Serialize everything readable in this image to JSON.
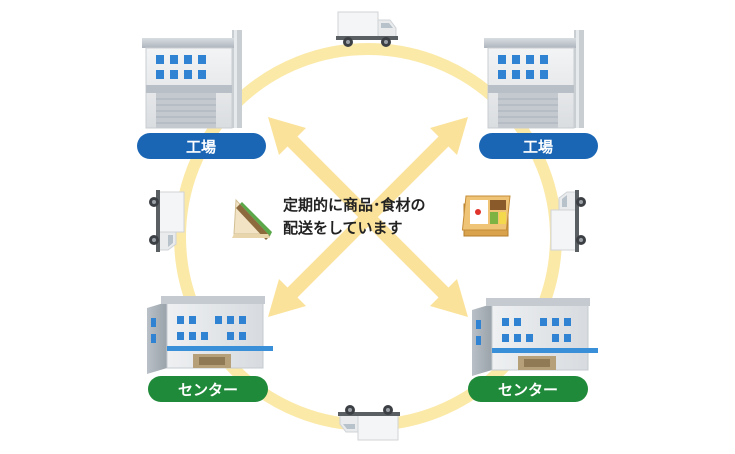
{
  "labels": {
    "factory_left": "工場",
    "factory_right": "工場",
    "center_left": "センター",
    "center_right": "センター"
  },
  "caption": {
    "line1": "定期的に商品･食材の",
    "line2": "配送をしています"
  },
  "colors": {
    "ring": "#fbe9a8",
    "arrow": "#fbe29a",
    "factory_label": "#1a66b5",
    "center_label": "#1f8a3a",
    "window": "#2f83d2"
  },
  "icons": [
    "factory-icon",
    "distribution-center-icon",
    "truck-icon",
    "sandwich-icon",
    "bento-box-icon"
  ]
}
